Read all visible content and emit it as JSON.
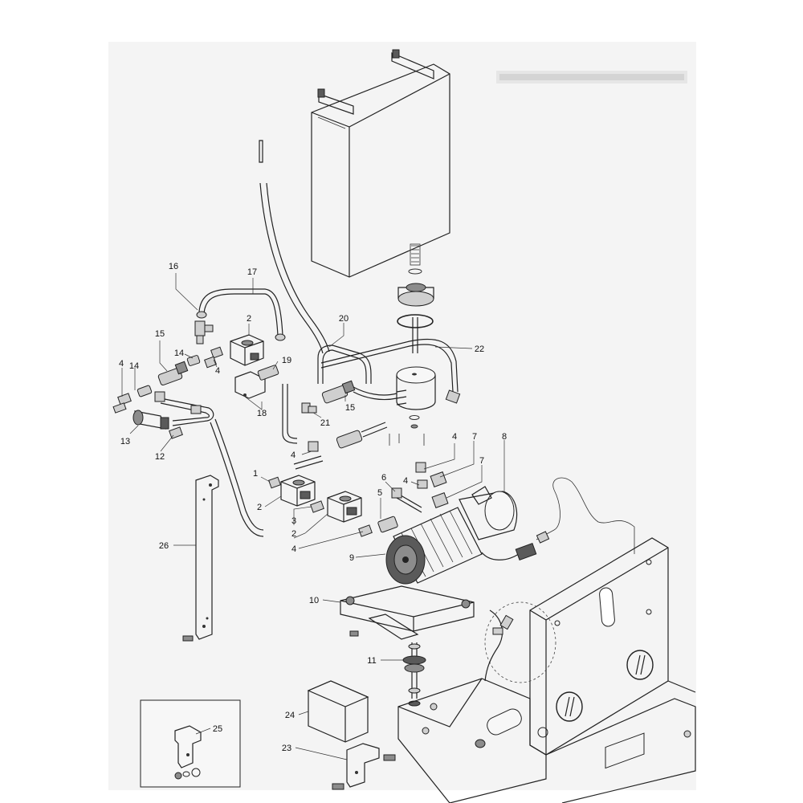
{
  "colors": {
    "paper": "#f4f4f4",
    "line": "#222222",
    "tank_fill": "#f7f7f7",
    "dark_part": "#5a5a5a",
    "mid_part": "#8c8c8c",
    "light_part": "#cfcfcf"
  },
  "callouts": [
    {
      "id": "c16",
      "text": "16"
    },
    {
      "id": "c17",
      "text": "17"
    },
    {
      "id": "c2a",
      "text": "2"
    },
    {
      "id": "c20",
      "text": "20"
    },
    {
      "id": "c22",
      "text": "22"
    },
    {
      "id": "c15a",
      "text": "15"
    },
    {
      "id": "c14a",
      "text": "14"
    },
    {
      "id": "c4a",
      "text": "4"
    },
    {
      "id": "c19",
      "text": "19"
    },
    {
      "id": "c4b",
      "text": "4"
    },
    {
      "id": "c14b",
      "text": "14"
    },
    {
      "id": "c18",
      "text": "18"
    },
    {
      "id": "c15b",
      "text": "15"
    },
    {
      "id": "c21",
      "text": "21"
    },
    {
      "id": "c13",
      "text": "13"
    },
    {
      "id": "c12",
      "text": "12"
    },
    {
      "id": "c4c",
      "text": "4"
    },
    {
      "id": "c4d",
      "text": "4"
    },
    {
      "id": "c7a",
      "text": "7"
    },
    {
      "id": "c8",
      "text": "8"
    },
    {
      "id": "c7b",
      "text": "7"
    },
    {
      "id": "c1",
      "text": "1"
    },
    {
      "id": "c6",
      "text": "6"
    },
    {
      "id": "c4e",
      "text": "4"
    },
    {
      "id": "c5",
      "text": "5"
    },
    {
      "id": "c2b",
      "text": "2"
    },
    {
      "id": "c3",
      "text": "3"
    },
    {
      "id": "c2c",
      "text": "2"
    },
    {
      "id": "c4f",
      "text": "4"
    },
    {
      "id": "c9",
      "text": "9"
    },
    {
      "id": "c26",
      "text": "26"
    },
    {
      "id": "c10",
      "text": "10"
    },
    {
      "id": "c11",
      "text": "11"
    },
    {
      "id": "c24",
      "text": "24"
    },
    {
      "id": "c25",
      "text": "25"
    },
    {
      "id": "c23",
      "text": "23"
    }
  ]
}
